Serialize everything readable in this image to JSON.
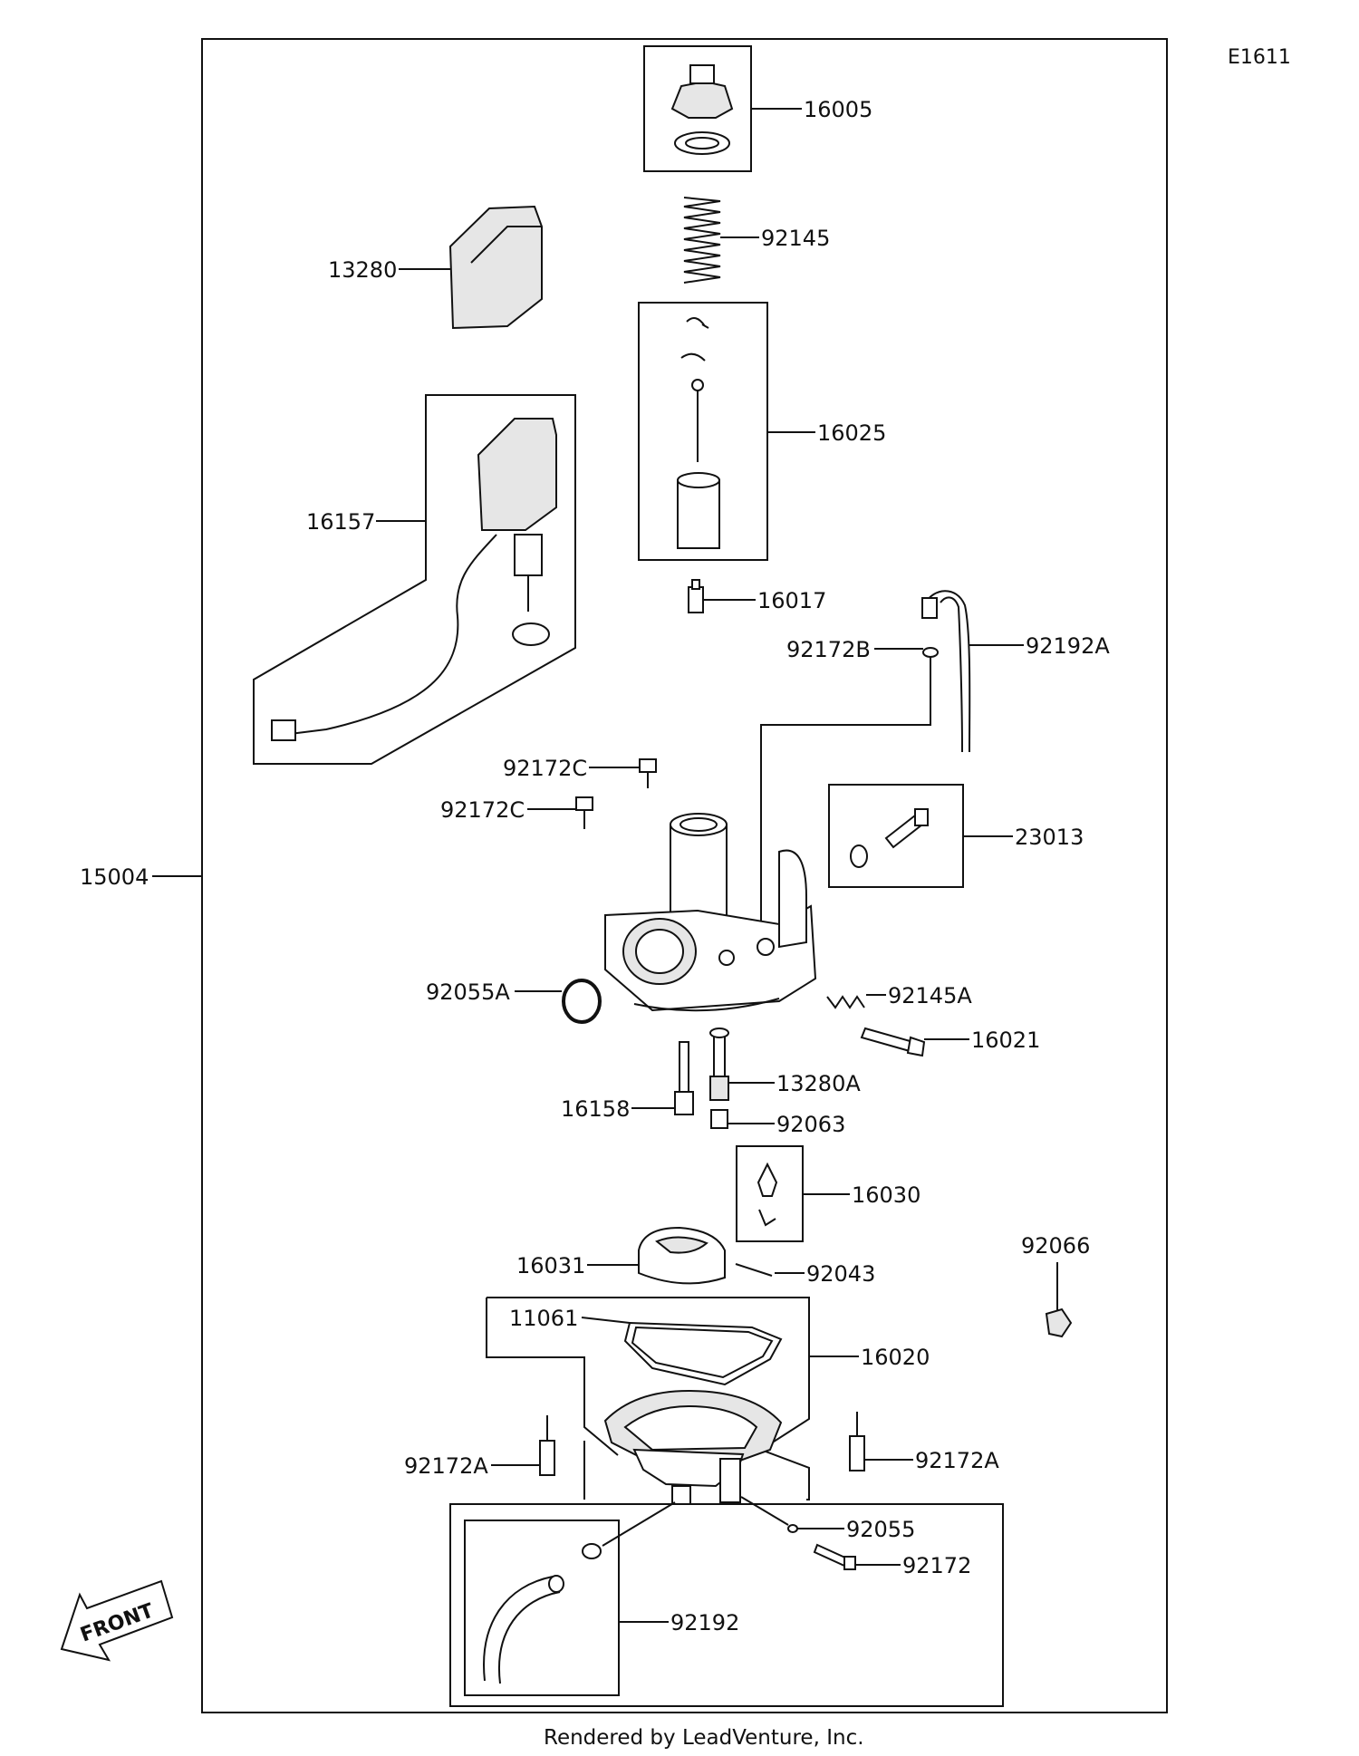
{
  "diagram": {
    "code": "E1611",
    "assembly_number": "15004",
    "front_label": "FRONT",
    "footer": "Rendered by LeadVenture, Inc.",
    "parts": [
      {
        "id": "p-16005",
        "number": "16005"
      },
      {
        "id": "p-92145",
        "number": "92145"
      },
      {
        "id": "p-13280",
        "number": "13280"
      },
      {
        "id": "p-16025",
        "number": "16025"
      },
      {
        "id": "p-16157",
        "number": "16157"
      },
      {
        "id": "p-16017",
        "number": "16017"
      },
      {
        "id": "p-92172B",
        "number": "92172B"
      },
      {
        "id": "p-92192A",
        "number": "92192A"
      },
      {
        "id": "p-92172C-1",
        "number": "92172C"
      },
      {
        "id": "p-92172C-2",
        "number": "92172C"
      },
      {
        "id": "p-23013",
        "number": "23013"
      },
      {
        "id": "p-92055A",
        "number": "92055A"
      },
      {
        "id": "p-92145A",
        "number": "92145A"
      },
      {
        "id": "p-16021",
        "number": "16021"
      },
      {
        "id": "p-13280A",
        "number": "13280A"
      },
      {
        "id": "p-16158",
        "number": "16158"
      },
      {
        "id": "p-92063",
        "number": "92063"
      },
      {
        "id": "p-16030",
        "number": "16030"
      },
      {
        "id": "p-92066",
        "number": "92066"
      },
      {
        "id": "p-16031",
        "number": "16031"
      },
      {
        "id": "p-92043",
        "number": "92043"
      },
      {
        "id": "p-11061",
        "number": "11061"
      },
      {
        "id": "p-16020",
        "number": "16020"
      },
      {
        "id": "p-92172A-1",
        "number": "92172A"
      },
      {
        "id": "p-92172A-2",
        "number": "92172A"
      },
      {
        "id": "p-92055",
        "number": "92055"
      },
      {
        "id": "p-92172",
        "number": "92172"
      },
      {
        "id": "p-92192",
        "number": "92192"
      }
    ]
  }
}
